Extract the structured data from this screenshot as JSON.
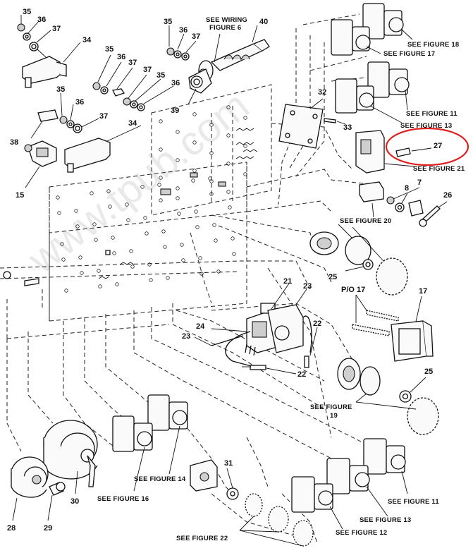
{
  "watermark": "www.tpub.com",
  "highlight_color": "#e0201e",
  "callouts": {
    "c35a": "35",
    "c36a": "36",
    "c37a": "37",
    "c34a": "34",
    "c35b": "35",
    "c36b": "36",
    "c37b": "37",
    "c40": "40",
    "c35c": "35",
    "c36c": "36",
    "c37c": "37",
    "c37d": "37",
    "c35d": "35",
    "c36d": "36",
    "c39": "39",
    "c35e": "35",
    "c36e": "36",
    "c37e": "37",
    "c38": "38",
    "c34b": "34",
    "c15": "15",
    "c32": "32",
    "c33": "33",
    "c27": "27",
    "c7": "7",
    "c8": "8",
    "c26": "26",
    "c25a": "25",
    "c21": "21",
    "c23a": "23",
    "c24": "24",
    "c23b": "23",
    "c22a": "22",
    "c22b": "22",
    "cpo17": "P/O 17",
    "c17": "17",
    "c25b": "25",
    "c31": "31",
    "c30": "30",
    "c28": "28",
    "c29": "29"
  },
  "figure_refs": {
    "wiring": "SEE WIRING",
    "wiring_num": "FIGURE 6",
    "fig18": "SEE FIGURE 18",
    "fig17": "SEE FIGURE 17",
    "fig11a": "SEE FIGURE 11",
    "fig13a": "SEE FIGURE 13",
    "fig21": "SEE FIGURE 21",
    "fig20": "SEE FIGURE 20",
    "fig19": "SEE FIGURE",
    "fig19_num": "19",
    "fig14": "SEE FIGURE 14",
    "fig16": "SEE FIGURE 16",
    "fig11b": "SEE FIGURE 11",
    "fig13b": "SEE FIGURE 13",
    "fig12": "SEE FIGURE 12",
    "fig22": "SEE FIGURE 22"
  }
}
